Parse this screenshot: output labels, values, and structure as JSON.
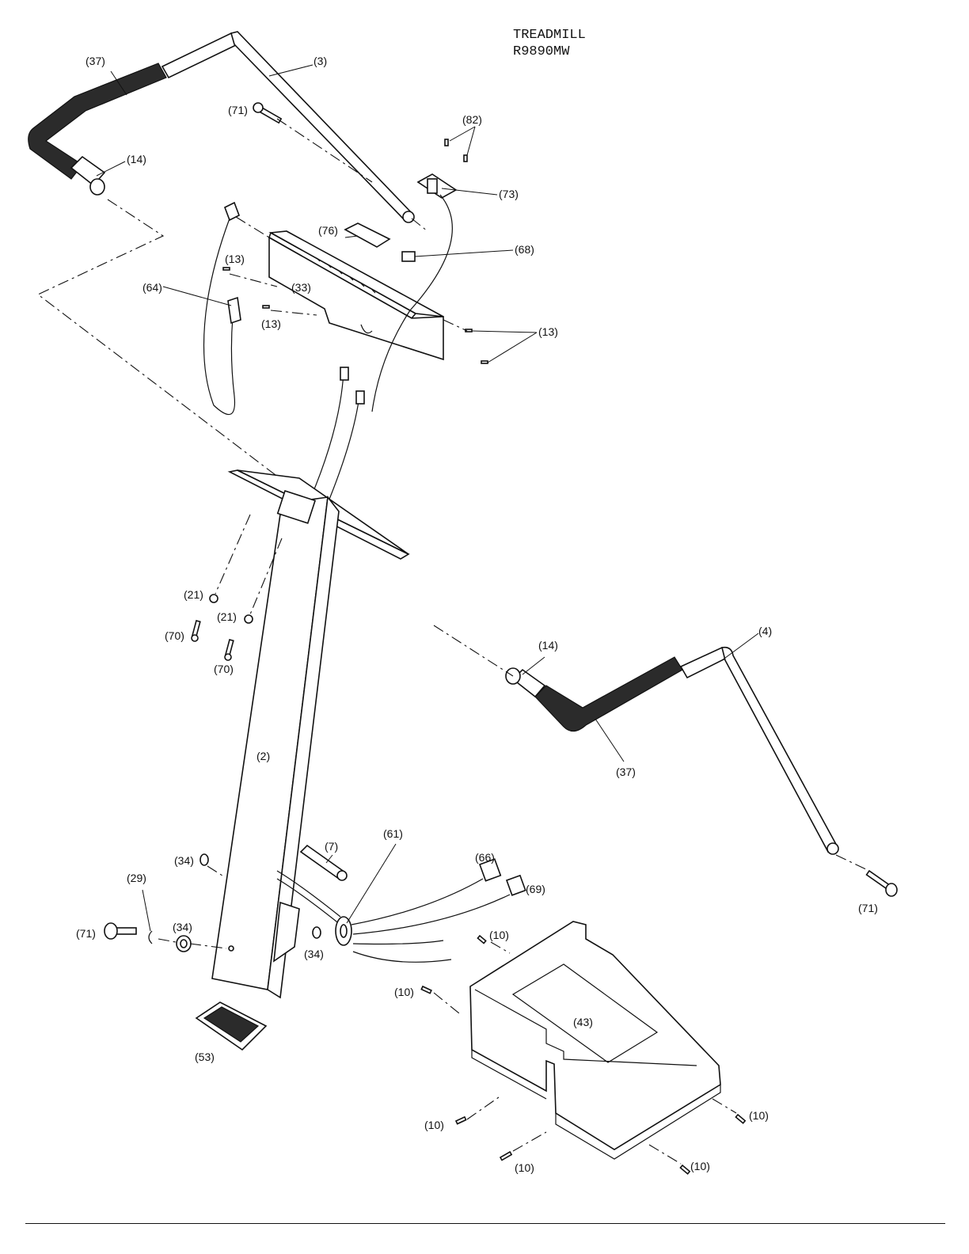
{
  "title": {
    "line1": "TREADMILL",
    "line2": "R9890MW"
  },
  "callouts": [
    {
      "id": "c37a",
      "text": "(37)"
    },
    {
      "id": "c3",
      "text": "(3)"
    },
    {
      "id": "c71a",
      "text": "(71)"
    },
    {
      "id": "c82",
      "text": "(82)"
    },
    {
      "id": "c14a",
      "text": "(14)"
    },
    {
      "id": "c73",
      "text": "(73)"
    },
    {
      "id": "c76",
      "text": "(76)"
    },
    {
      "id": "c68",
      "text": "(68)"
    },
    {
      "id": "c13a",
      "text": "(13)"
    },
    {
      "id": "c33",
      "text": "(33)"
    },
    {
      "id": "c64",
      "text": "(64)"
    },
    {
      "id": "c13b",
      "text": "(13)"
    },
    {
      "id": "c13c",
      "text": "(13)"
    },
    {
      "id": "c21a",
      "text": "(21)"
    },
    {
      "id": "c21b",
      "text": "(21)"
    },
    {
      "id": "c70a",
      "text": "(70)"
    },
    {
      "id": "c70b",
      "text": "(70)"
    },
    {
      "id": "c4",
      "text": "(4)"
    },
    {
      "id": "c14b",
      "text": "(14)"
    },
    {
      "id": "c37b",
      "text": "(37)"
    },
    {
      "id": "c2",
      "text": "(2)"
    },
    {
      "id": "c61",
      "text": "(61)"
    },
    {
      "id": "c7",
      "text": "(7)"
    },
    {
      "id": "c66",
      "text": "(66)"
    },
    {
      "id": "c69",
      "text": "(69)"
    },
    {
      "id": "c34a",
      "text": "(34)"
    },
    {
      "id": "c29",
      "text": "(29)"
    },
    {
      "id": "c71b",
      "text": "(71)"
    },
    {
      "id": "c34b",
      "text": "(34)"
    },
    {
      "id": "c34c",
      "text": "(34)"
    },
    {
      "id": "c10a",
      "text": "(10)"
    },
    {
      "id": "c71c",
      "text": "(71)"
    },
    {
      "id": "c10b",
      "text": "(10)"
    },
    {
      "id": "c43",
      "text": "(43)"
    },
    {
      "id": "c53",
      "text": "(53)"
    },
    {
      "id": "c10c",
      "text": "(10)"
    },
    {
      "id": "c10d",
      "text": "(10)"
    },
    {
      "id": "c10e",
      "text": "(10)"
    },
    {
      "id": "c10f",
      "text": "(10)"
    }
  ]
}
